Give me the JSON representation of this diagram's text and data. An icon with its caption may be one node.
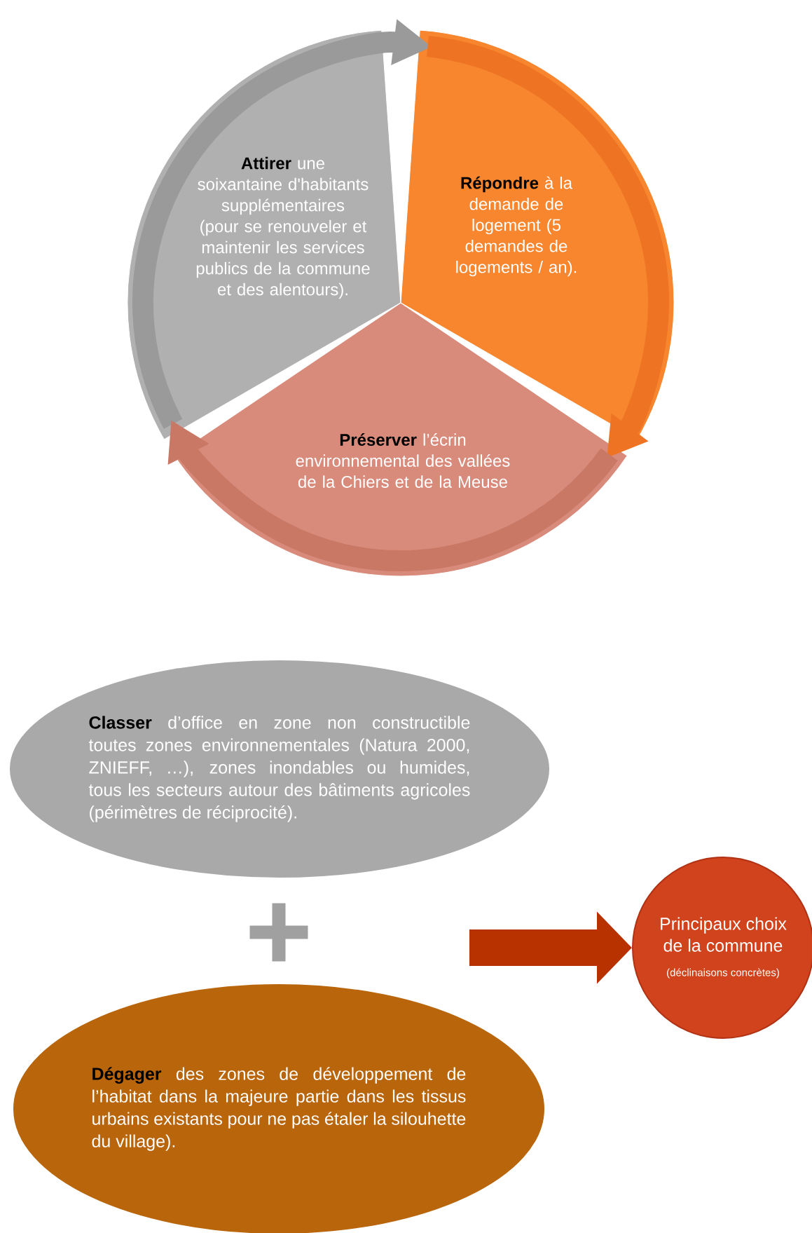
{
  "diagram": {
    "nodes": [
      {
        "text": [
          "**Attirer** une soixantaine d'habitants supplémentaires (pour se renouveler et maintenir les services publics de la commune et des alentours)."
        ]
      },
      {
        "text": [
          "**Répondre** à la demande de logement (5 demandes de logements / an)."
        ]
      },
      {
        "text": [
          "**Préserver** l’écrin environnemental des vallées de la Chiers et de la Meuse"
        ]
      },
      {
        "text": [
          "**Classer** d’office en zone non constructible toutes zones environnementales (Natura 2000, ZNIEFF, …), zones inondables ou humides, tous les secteurs autour des bâtiments agricoles (périmètres de réciprocité)."
        ]
      },
      {
        "text": [
          "**Dégager** des zones de développement de l’habitat dans la majeure partie dans les tissus urbains existants pour ne pas étaler la silouhette du village)."
        ]
      },
      {
        "text": [
          "Principaux choix de la commune",
          "(déclinaisons concrètes)"
        ]
      }
    ],
    "edges": [
      {
        "from": 0,
        "to": 1,
        "arrow": "to",
        "color": "#9a9a9a"
      },
      {
        "from": 1,
        "to": 2,
        "arrow": "to",
        "color": "#ee7424"
      },
      {
        "from": 2,
        "to": 0,
        "arrow": "to",
        "color": "#c97866"
      },
      {
        "from": null,
        "to": 5,
        "arrow": "to",
        "color": "#b83200"
      }
    ]
  }
}
